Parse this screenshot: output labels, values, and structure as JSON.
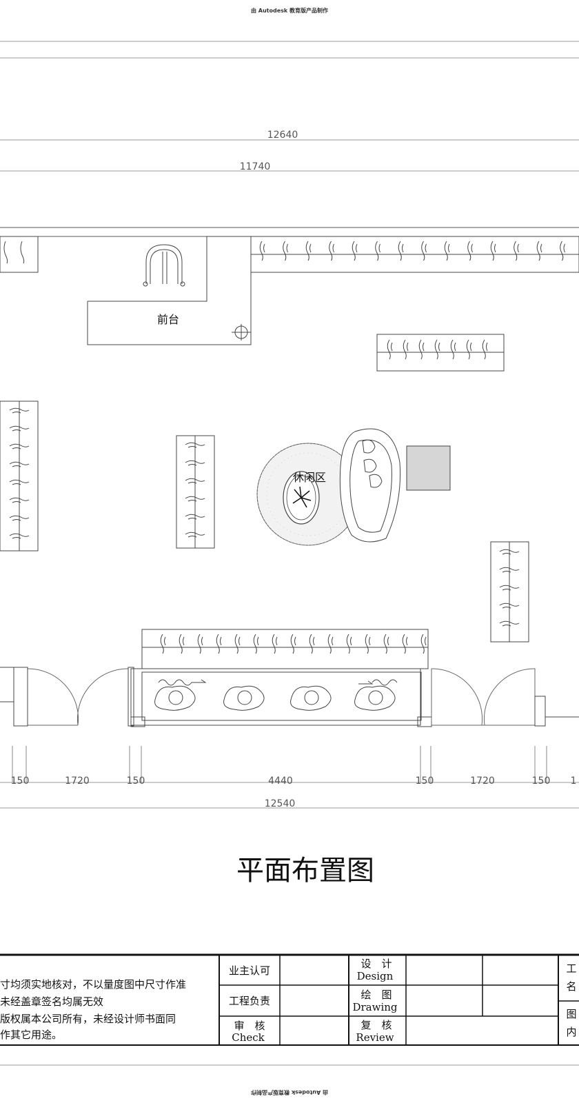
{
  "watermark": "由 Autodesk 教育版产品制作",
  "dimensions": {
    "top_overall": "12640",
    "top_inner": "11740",
    "bottom_overall": "12540",
    "bottom_segments": [
      "150",
      "1720",
      "150",
      "4440",
      "150",
      "1720",
      "150",
      "1"
    ]
  },
  "rooms": {
    "reception": "前台",
    "lounge": "休闲区"
  },
  "drawing_title": "平面布置图",
  "title_block": {
    "notes": [
      "寸均须实地核对，不以量度图中尺寸作准",
      "未经盖章签名均属无效",
      "版权属本公司所有，未经设计师书面同",
      "作其它用途。"
    ],
    "owner_approval": "业主认可",
    "engineer_in_charge": "工程负责",
    "audit": "审　核",
    "audit_en": "Check",
    "design": "设　计",
    "design_en": "Design",
    "drawing": "绘　图",
    "drawing_en": "Drawing",
    "review": "复　核",
    "review_en": "Review",
    "right_col": [
      "工",
      "名",
      "图",
      "内"
    ]
  }
}
